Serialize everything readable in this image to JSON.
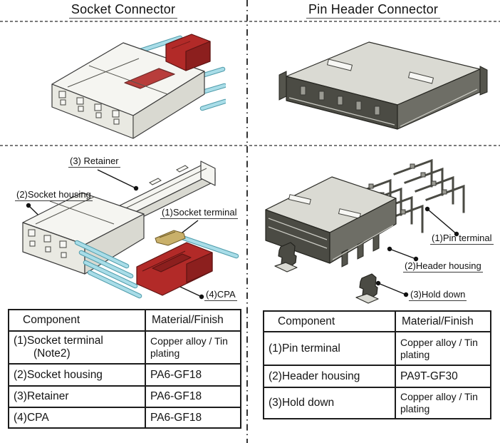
{
  "titles": {
    "left": "Socket Connector",
    "right": "Pin Header Connector"
  },
  "labels": {
    "retainer": "(3) Retainer",
    "socket_housing": "(2)Socket housing",
    "socket_terminal": "(1)Socket terminal",
    "cpa": "(4)CPA",
    "pin_terminal": "(1)Pin terminal",
    "header_housing": "(2)Header housing",
    "hold_down": "(3)Hold down"
  },
  "socket_table": {
    "headers": [
      "Component",
      "Material/Finish"
    ],
    "rows": [
      {
        "component": "(1)Socket terminal",
        "note": "(Note2)",
        "material": "Copper alloy / Tin plating"
      },
      {
        "component": "(2)Socket housing",
        "note": "",
        "material": "PA6-GF18"
      },
      {
        "component": "(3)Retainer",
        "note": "",
        "material": "PA6-GF18"
      },
      {
        "component": "(4)CPA",
        "note": "",
        "material": "PA6-GF18"
      }
    ]
  },
  "pin_table": {
    "headers": [
      "Component",
      "Material/Finish"
    ],
    "rows": [
      {
        "component": "(1)Pin terminal",
        "note": "",
        "material": "Copper alloy / Tin plating"
      },
      {
        "component": "(2)Header housing",
        "note": "",
        "material": "PA9T-GF30"
      },
      {
        "component": "(3)Hold down",
        "note": "",
        "material": "Copper alloy / Tin plating"
      }
    ]
  },
  "colors": {
    "cpa_red": "#b22a28",
    "wire_cyan": "#a9dde8",
    "housing_white": "#f5f5f1",
    "header_gray": "#5f5f58",
    "terminal_gold": "#c9b06a",
    "line": "#1a1a1a"
  }
}
